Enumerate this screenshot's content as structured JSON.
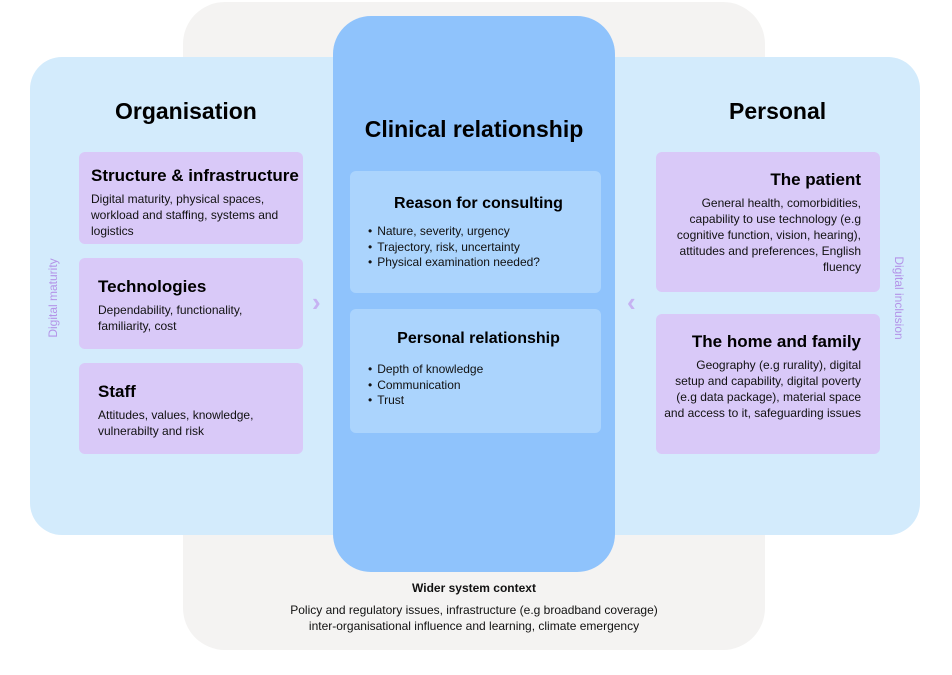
{
  "organisation": {
    "title": "Organisation",
    "side_label": "Digital maturity",
    "cards": [
      {
        "title": "Structure & infrastructure",
        "text": "Digital maturity, physical spaces, workload and staffing, systems and logistics"
      },
      {
        "title": "Technologies",
        "text": "Dependability, functionality, familiarity, cost"
      },
      {
        "title": "Staff",
        "text": "Attitudes, values, knowledge, vulnerabilty and risk"
      }
    ]
  },
  "clinical": {
    "title": "Clinical relationship",
    "cards": [
      {
        "title": "Reason for consulting",
        "items": [
          "Nature, severity, urgency",
          "Trajectory, risk, uncertainty",
          "Physical examination needed?"
        ]
      },
      {
        "title": "Personal relationship",
        "items": [
          "Depth of knowledge",
          "Communication",
          "Trust"
        ]
      }
    ]
  },
  "personal": {
    "title": "Personal",
    "side_label": "Digital inclusion",
    "cards": [
      {
        "title": "The patient",
        "text": "General health, comorbidities, capability to use technology (e.g cognitive function, vision, hearing), attitudes and preferences, English fluency"
      },
      {
        "title": "The home and family",
        "text": "Geography (e.g rurality), digital setup and capability, digital poverty (e.g data package), material space and access to it, safeguarding issues"
      }
    ]
  },
  "context": {
    "title": "Wider system context",
    "text": "Policy and regulatory issues, infrastructure (e.g broadband coverage) inter-organisational influence and learning, climate emergency"
  },
  "icons": {
    "left_chevron": "chevron-right-icon",
    "right_chevron": "chevron-left-icon"
  },
  "colors": {
    "context_bg": "#f4f3f2",
    "side_panel_bg": "#d3ebfc",
    "clinical_bg": "#8fc3fc",
    "clinical_card_bg": "#abd4fd",
    "card_bg": "#d9c9f8",
    "accent_label": "#b493e8"
  }
}
